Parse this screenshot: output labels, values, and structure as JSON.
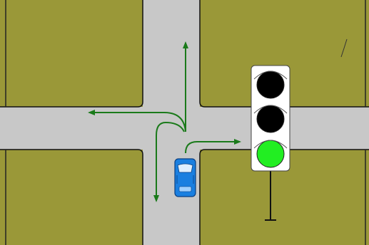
{
  "scene": {
    "type": "traffic-intersection",
    "grass_color": "#9a9838",
    "road_color": "#c8c8c8",
    "curb_color": "#111111",
    "arrow_color": "#1a7a1a",
    "arrow_directions": [
      "straight",
      "left",
      "right",
      "u-turn"
    ],
    "car": {
      "color": "#1a7fe0",
      "heading": "north"
    },
    "traffic_light": {
      "lamps": [
        {
          "position": "top",
          "state": "off",
          "color": "#000000"
        },
        {
          "position": "middle",
          "state": "off",
          "color": "#000000"
        },
        {
          "position": "bottom",
          "state": "on",
          "color": "#22ee22"
        }
      ]
    }
  }
}
